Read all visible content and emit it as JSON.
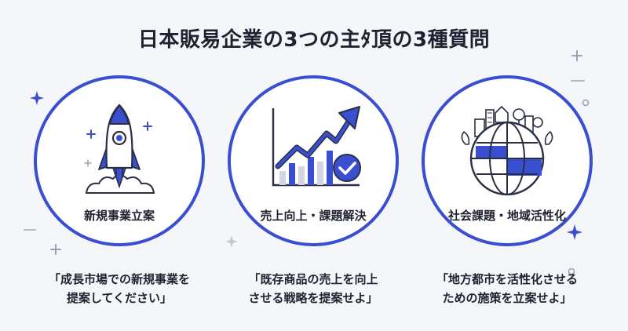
{
  "title": "日本販易企業の3つの主ﾀ頂の3種質問",
  "accent_color": "#3a4fd0",
  "cards": [
    {
      "icon": "rocket-icon",
      "label": "新規事業立案",
      "desc_line1": "「成長市場での新規事業を",
      "desc_line2": "提案してください」"
    },
    {
      "icon": "growth-chart-check-icon",
      "label": "売上向上・課題解決",
      "desc_line1": "「既存商品の売上を向上",
      "desc_line2": "させる戦略を提案せよ」"
    },
    {
      "icon": "globe-city-icon",
      "label": "社会課題・地域活性化",
      "desc_line1": "「地方都市を活性化させる",
      "desc_line2": "ための施策を立案せよ」"
    }
  ]
}
